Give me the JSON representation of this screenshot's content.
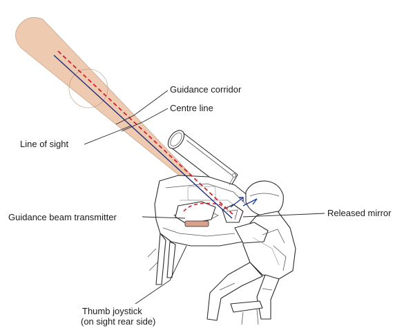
{
  "labels": {
    "guidance_corridor": "Guidance corridor",
    "centre_line": "Centre line",
    "line_of_sight": "Line of sight",
    "guidance_beam_transmitter": "Guidance beam transmitter",
    "released_mirror": "Released mirror",
    "thumb_joystick_line1": "Thumb joystick",
    "thumb_joystick_line2": "(on sight rear side)"
  },
  "colors": {
    "guidance_corridor_fill": "#eecab0",
    "centre_line": "#d21f2b",
    "line_of_sight": "#1c2a7a",
    "outline": "#2a2a2a",
    "mirror_arrow": "#1c3a9a",
    "transmitter_fill": "#d9a08c"
  }
}
